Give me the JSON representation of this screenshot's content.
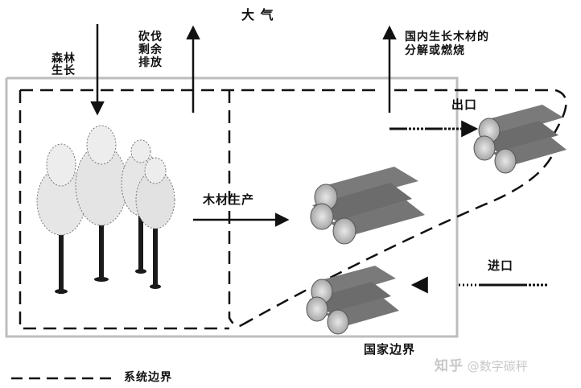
{
  "labels": {
    "atmosphere": "大 气",
    "forest_growth": [
      "森林",
      "生长"
    ],
    "logging_residue": [
      "砍伐",
      "剩余",
      "排放"
    ],
    "domestic_wood": [
      "国内生长木材的",
      "分解或燃烧"
    ],
    "export": "出口",
    "wood_production": "木材生产",
    "import": "进口",
    "national_boundary": "国家边界",
    "legend_system_boundary": "系统边界"
  },
  "watermark": {
    "site": "知乎",
    "author": "@数字碳秤"
  },
  "colors": {
    "line": "#111111",
    "boundary_box": "#b9b9b9",
    "log_fill": "#7a7a7a",
    "log_end": "#d4d4d4",
    "tree_trunk": "#1a1a1a",
    "foliage": "#e6e6e6"
  },
  "icons": [
    "deciduous-tree-icon",
    "log-pile-icon",
    "arrow-icon"
  ]
}
